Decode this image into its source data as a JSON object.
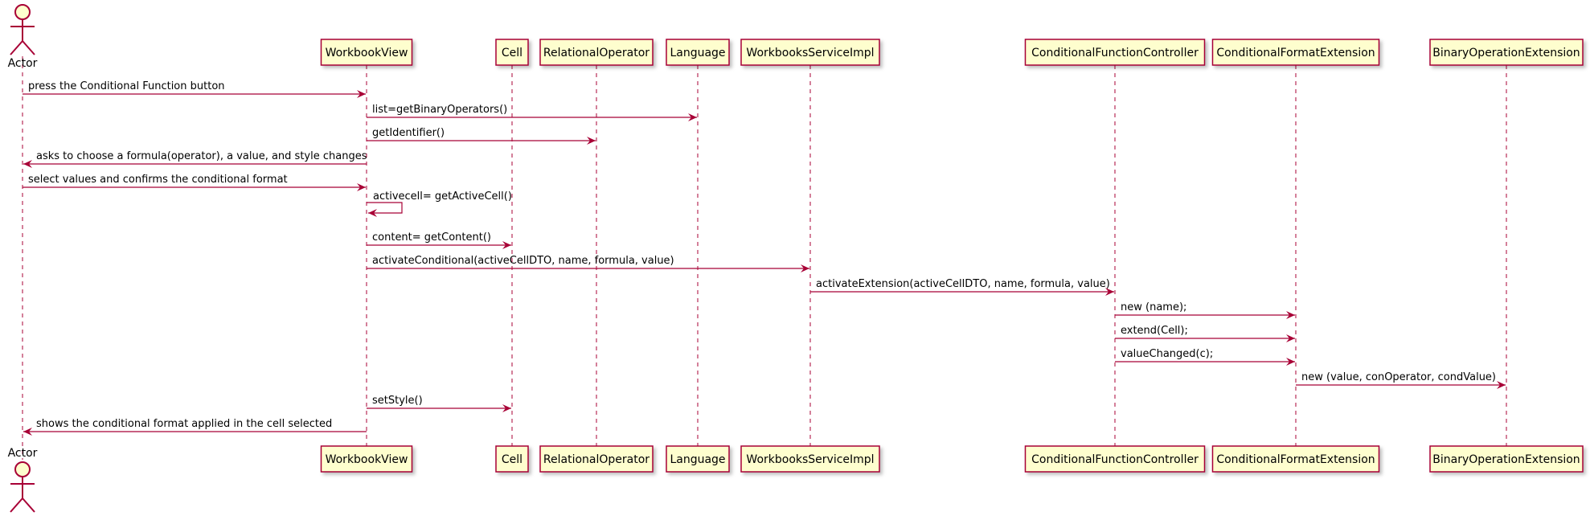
{
  "colors": {
    "participant_fill": "#FEFECE",
    "participant_stroke": "#A80036",
    "arrow": "#A80036",
    "lifeline": "#A80036",
    "text": "#000000"
  },
  "actor": {
    "name": "Actor",
    "icon": "stick-figure-actor-icon"
  },
  "participants": [
    {
      "name": "WorkbookView"
    },
    {
      "name": "Cell"
    },
    {
      "name": "RelationalOperator"
    },
    {
      "name": "Language"
    },
    {
      "name": "WorkbooksServiceImpl"
    },
    {
      "name": "ConditionalFunctionController"
    },
    {
      "name": "ConditionalFormatExtension"
    },
    {
      "name": "BinaryOperationExtension"
    }
  ],
  "messages": [
    {
      "from": "Actor",
      "to": "WorkbookView",
      "label": "press the Conditional Function button"
    },
    {
      "from": "WorkbookView",
      "to": "Language",
      "label": "list=getBinaryOperators()"
    },
    {
      "from": "WorkbookView",
      "to": "RelationalOperator",
      "label": "getIdentifier()"
    },
    {
      "from": "WorkbookView",
      "to": "Actor",
      "label": "asks to choose a formula(operator), a value, and style changes"
    },
    {
      "from": "Actor",
      "to": "WorkbookView",
      "label": "select values and confirms the conditional format"
    },
    {
      "from": "WorkbookView",
      "to": "WorkbookView",
      "label": "activecell= getActiveCell()"
    },
    {
      "from": "WorkbookView",
      "to": "Cell",
      "label": "content= getContent()"
    },
    {
      "from": "WorkbookView",
      "to": "WorkbooksServiceImpl",
      "label": "activateConditional(activeCellDTO, name, formula, value)"
    },
    {
      "from": "WorkbooksServiceImpl",
      "to": "ConditionalFunctionController",
      "label": "activateExtension(activeCellDTO, name, formula, value)"
    },
    {
      "from": "ConditionalFunctionController",
      "to": "ConditionalFormatExtension",
      "label": "new (name);"
    },
    {
      "from": "ConditionalFunctionController",
      "to": "ConditionalFormatExtension",
      "label": "extend(Cell);"
    },
    {
      "from": "ConditionalFunctionController",
      "to": "ConditionalFormatExtension",
      "label": "valueChanged(c);"
    },
    {
      "from": "ConditionalFormatExtension",
      "to": "BinaryOperationExtension",
      "label": "new (value, conOperator, condValue)"
    },
    {
      "from": "WorkbookView",
      "to": "Cell",
      "label": "setStyle()"
    },
    {
      "from": "WorkbookView",
      "to": "Actor",
      "label": "shows the conditional format applied in the cell selected"
    }
  ]
}
